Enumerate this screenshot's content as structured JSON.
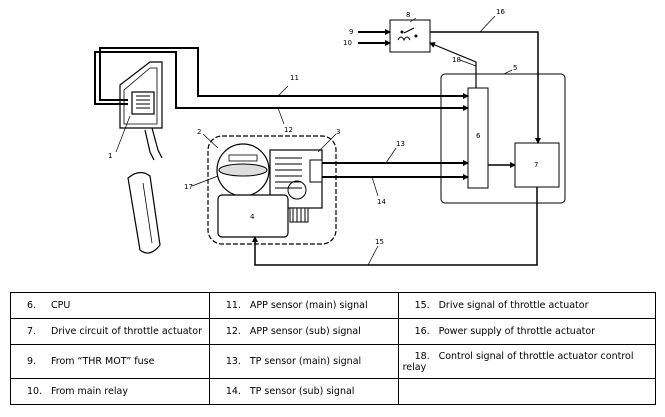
{
  "diagram": {
    "callouts": [
      "1",
      "2",
      "3",
      "4",
      "5",
      "6",
      "7",
      "8",
      "9",
      "10",
      "11",
      "12",
      "13",
      "14",
      "15",
      "16",
      "17",
      "18"
    ]
  },
  "legend": {
    "rows": [
      [
        {
          "num": "6.",
          "text": "CPU"
        },
        {
          "num": "11.",
          "text": "APP sensor (main) signal"
        },
        {
          "num": "15.",
          "text": "Drive signal of throttle actuator"
        }
      ],
      [
        {
          "num": "7.",
          "text": "Drive circuit of throttle actuator"
        },
        {
          "num": "12.",
          "text": "APP sensor (sub) signal"
        },
        {
          "num": "16.",
          "text": "Power supply of throttle actuator"
        }
      ],
      [
        {
          "num": "9.",
          "text": "From “THR MOT” fuse"
        },
        {
          "num": "13.",
          "text": "TP sensor (main) signal"
        },
        {
          "num": "18.",
          "text": "Control signal of throttle actuator control relay"
        }
      ],
      [
        {
          "num": "10.",
          "text": "From main relay"
        },
        {
          "num": "14.",
          "text": "TP sensor (sub) signal"
        },
        {
          "num": "",
          "text": ""
        }
      ]
    ]
  }
}
